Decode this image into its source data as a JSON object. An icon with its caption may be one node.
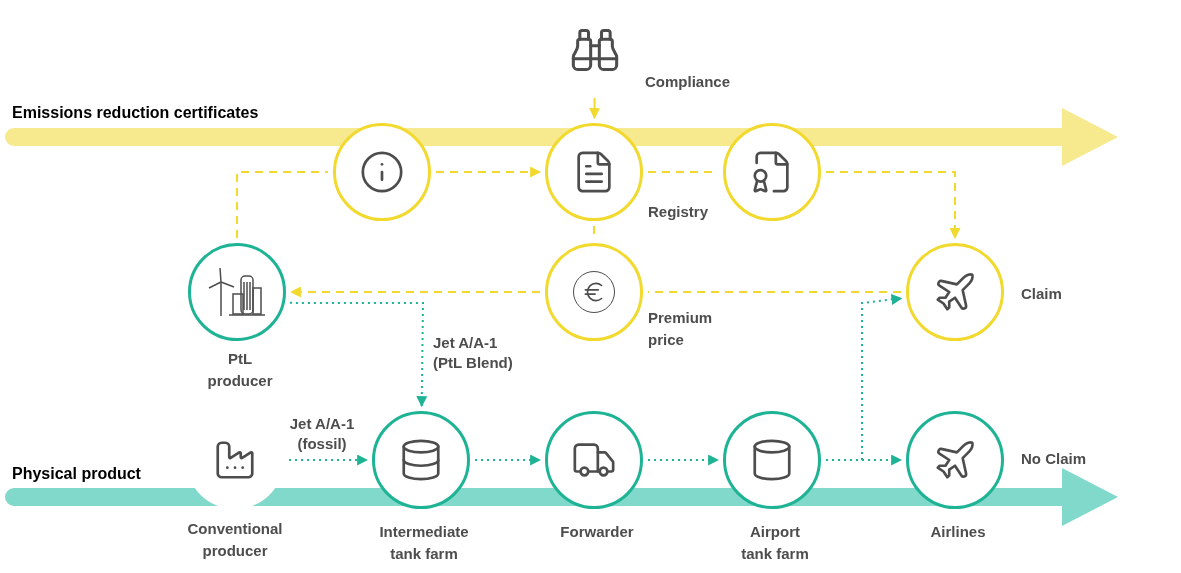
{
  "diagram": {
    "nodes": [
      {
        "text": [
          "Compliance"
        ]
      },
      {
        "text": [],
        "shape": "circle"
      },
      {
        "text": [
          "Registry"
        ]
      },
      {
        "text": [],
        "shape": "circle"
      },
      {
        "text": [
          "Premium price"
        ]
      },
      {
        "text": [
          "Claim"
        ]
      },
      {
        "text": [
          "PtL producer"
        ]
      },
      {
        "text": [
          "Conventional producer"
        ]
      },
      {
        "text": [
          "Intermediate tank farm"
        ]
      },
      {
        "text": [
          "Forwarder"
        ]
      },
      {
        "text": [
          "Airport tank farm"
        ]
      },
      {
        "text": [
          "Airlines"
        ],
        "beside": [
          "No Claim"
        ]
      }
    ],
    "edges": [
      {
        "from": 0,
        "to": 2,
        "arrow": "to"
      },
      {
        "from": 6,
        "to": 1,
        "arrow": "none",
        "style": "dashed"
      },
      {
        "from": 1,
        "to": 2,
        "arrow": "to",
        "style": "dashed"
      },
      {
        "from": 2,
        "to": 3,
        "arrow": "none",
        "style": "dashed"
      },
      {
        "from": 3,
        "to": 5,
        "arrow": "to",
        "style": "dashed"
      },
      {
        "from": 2,
        "to": 4,
        "arrow": "none",
        "style": "dashed"
      },
      {
        "from": 5,
        "to": 4,
        "arrow": "none",
        "style": "dashed"
      },
      {
        "from": 4,
        "to": 6,
        "arrow": "to",
        "style": "dashed"
      },
      {
        "from": 6,
        "to": 8,
        "arrow": "to",
        "label": "Jet A/A-1 (PtL Blend)",
        "style": "dashed",
        "color": "#1db394"
      },
      {
        "from": 7,
        "to": 8,
        "arrow": "to",
        "label": "Jet A/A-1 (fossil)",
        "style": "dashed",
        "color": "#1db394"
      },
      {
        "from": 8,
        "to": 9,
        "arrow": "to",
        "style": "dashed",
        "color": "#1db394"
      },
      {
        "from": 9,
        "to": 10,
        "arrow": "to",
        "style": "dashed",
        "color": "#1db394"
      },
      {
        "from": 10,
        "to": 11,
        "arrow": "to",
        "style": "dashed",
        "color": "#1db394"
      },
      {
        "from": 10,
        "to": 5,
        "arrow": "to",
        "style": "dashed",
        "color": "#1db394"
      }
    ],
    "labels": [
      "Emissions reduction certificates",
      "Physical product"
    ]
  }
}
